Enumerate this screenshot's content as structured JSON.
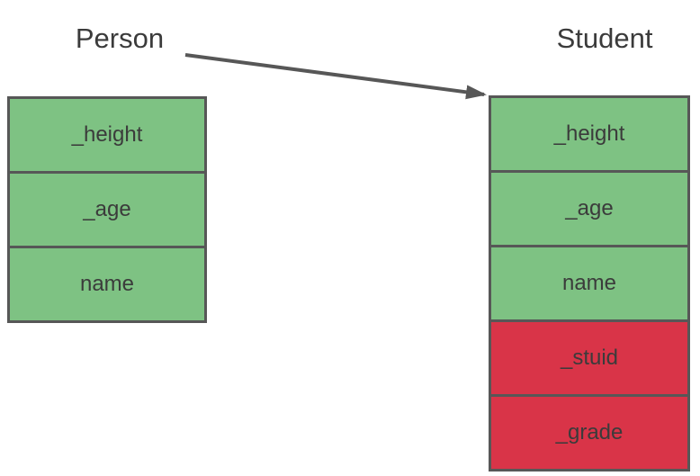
{
  "colors": {
    "cell_green": "#7ec283",
    "cell_red": "#d93448",
    "border": "#575757",
    "text": "#3b3b3b",
    "arrow": "#575757",
    "background": "#ffffff"
  },
  "diagram": {
    "relation": {
      "from": "Person",
      "to": "Student",
      "connector": "arrow"
    },
    "person": {
      "title": "Person",
      "cells": [
        {
          "label": "_height",
          "color": "green"
        },
        {
          "label": "_age",
          "color": "green"
        },
        {
          "label": "name",
          "color": "green"
        }
      ]
    },
    "student": {
      "title": "Student",
      "cells": [
        {
          "label": "_height",
          "color": "green"
        },
        {
          "label": "_age",
          "color": "green"
        },
        {
          "label": "name",
          "color": "green"
        },
        {
          "label": "_stuid",
          "color": "red"
        },
        {
          "label": "_grade",
          "color": "red"
        }
      ]
    }
  }
}
